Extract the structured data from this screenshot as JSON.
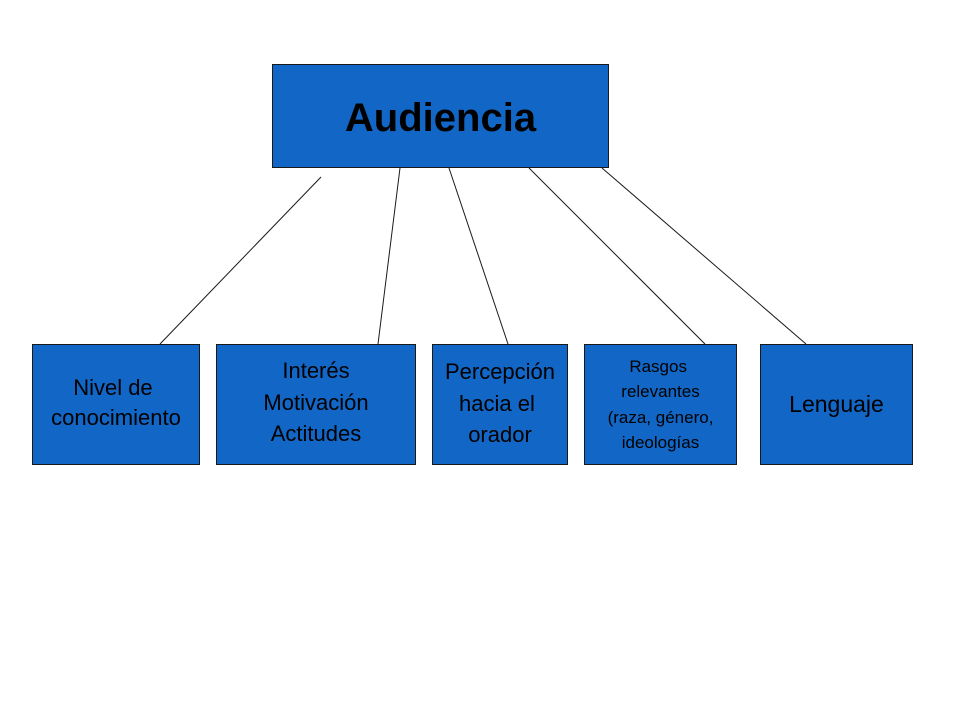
{
  "diagram": {
    "root": {
      "label": "Audiencia"
    },
    "children": [
      {
        "label": "Nivel de \nconocimiento"
      },
      {
        "label": "Interés\nMotivación\nActitudes"
      },
      {
        "label": "Percepción\nhacia el \norador"
      },
      {
        "label": "Rasgos \nrelevantes\n(raza, género,\nideologías"
      },
      {
        "label": "Lenguaje"
      }
    ]
  },
  "colors": {
    "box_fill": "#1266c5",
    "box_border": "#1a1a1a",
    "connector": "#1a1a1a",
    "text": "#000000",
    "background": "#ffffff"
  }
}
